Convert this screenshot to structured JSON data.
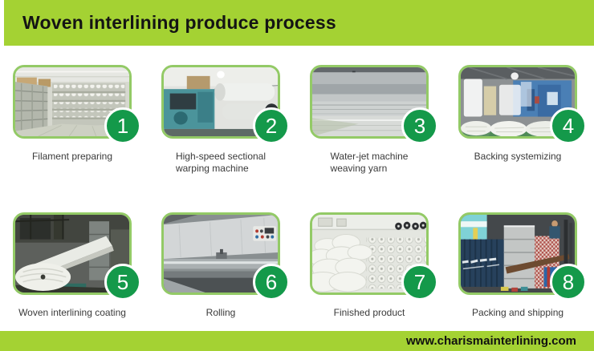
{
  "header": {
    "title": "Woven interlining produce process"
  },
  "footer": {
    "website": "www.charismainterlining.com"
  },
  "colors": {
    "lime_green": "#a4d233",
    "badge_green": "#14994a",
    "card_border_green": "#93ca66",
    "title_text": "#141414",
    "caption_text": "#3a3a3a"
  },
  "steps": [
    {
      "number": "1",
      "caption": "Filament preparing",
      "photo": "filament-preparing"
    },
    {
      "number": "2",
      "caption": "High-speed sectional\nwarping machine",
      "photo": "high-speed-sectional-warping-machine"
    },
    {
      "number": "3",
      "caption": "Water-jet machine\nweaving yarn",
      "photo": "water-jet-machine-weaving-yarn"
    },
    {
      "number": "4",
      "caption": "Backing systemizing",
      "photo": "backing-systemizing"
    },
    {
      "number": "5",
      "caption": "Woven interlining coating",
      "photo": "woven-interlining-coating"
    },
    {
      "number": "6",
      "caption": "Rolling",
      "photo": "rolling"
    },
    {
      "number": "7",
      "caption": "Finished product",
      "photo": "finished-product"
    },
    {
      "number": "8",
      "caption": "Packing and shipping",
      "photo": "packing-and-shipping"
    }
  ]
}
